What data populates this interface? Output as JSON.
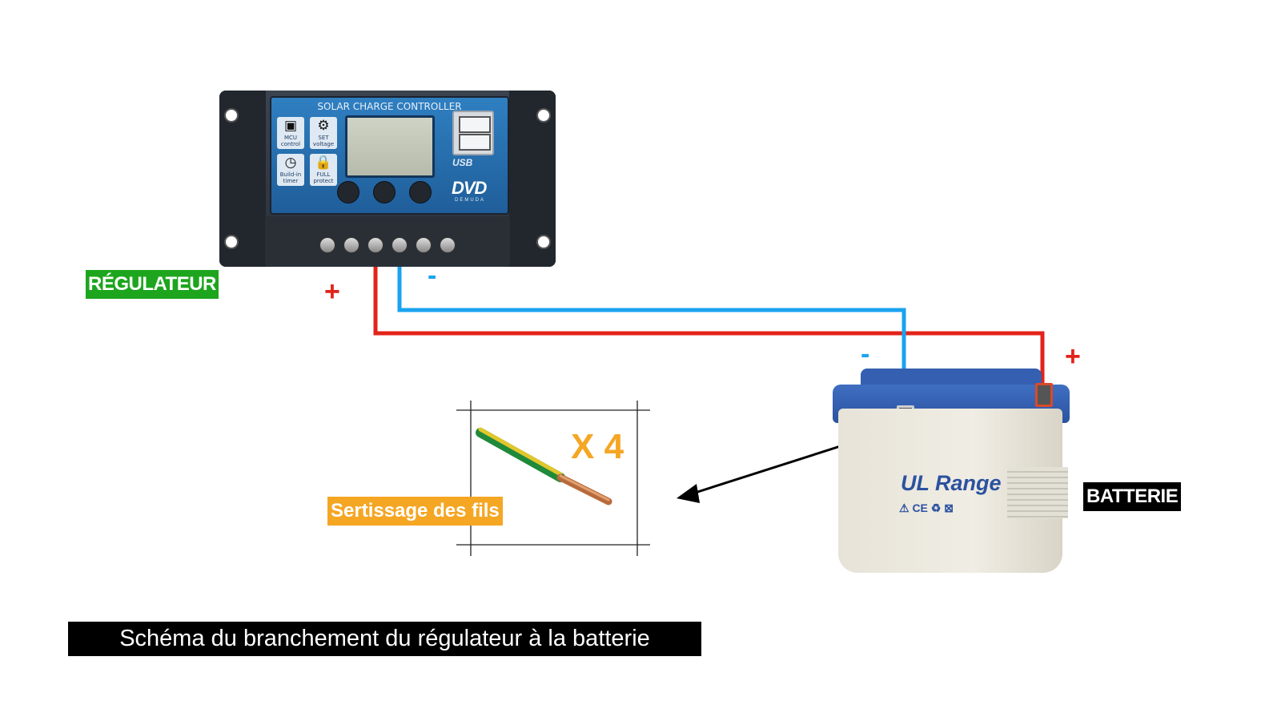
{
  "title": "Schéma du branchement du régulateur à la batterie",
  "labels": {
    "regulator": "RÉGULATEUR",
    "battery": "BATTERIE",
    "crimping": "Sertissage des fils",
    "multiplier": "X 4"
  },
  "signs": {
    "regulator_plus": "+",
    "regulator_minus": "-",
    "battery_plus": "+",
    "battery_minus": "-"
  },
  "controller": {
    "panel_title": "SOLAR CHARGE CONTROLLER",
    "features": [
      {
        "icon": "chip-icon",
        "glyph": "▣",
        "label": "MCU control"
      },
      {
        "icon": "gear-icon",
        "glyph": "⚙",
        "label": "SET voltage"
      },
      {
        "icon": "clock-icon",
        "glyph": "◷",
        "label": "Build-in timer"
      },
      {
        "icon": "lock-icon",
        "glyph": "🔒",
        "label": "FULL protect"
      }
    ],
    "usb_label": "USB",
    "brand": "DVD",
    "brand_sub": "DEMUDA"
  },
  "battery": {
    "brand": "UL Range",
    "marks": "⚠ CE ♻ ⊠"
  },
  "colors": {
    "positive_wire": "#e2231a",
    "negative_wire": "#1aa3ef",
    "regulator_badge": "#1ea51e",
    "crimp_badge": "#f5a623",
    "battery_badge": "#000000",
    "title_bar": "#000000"
  }
}
